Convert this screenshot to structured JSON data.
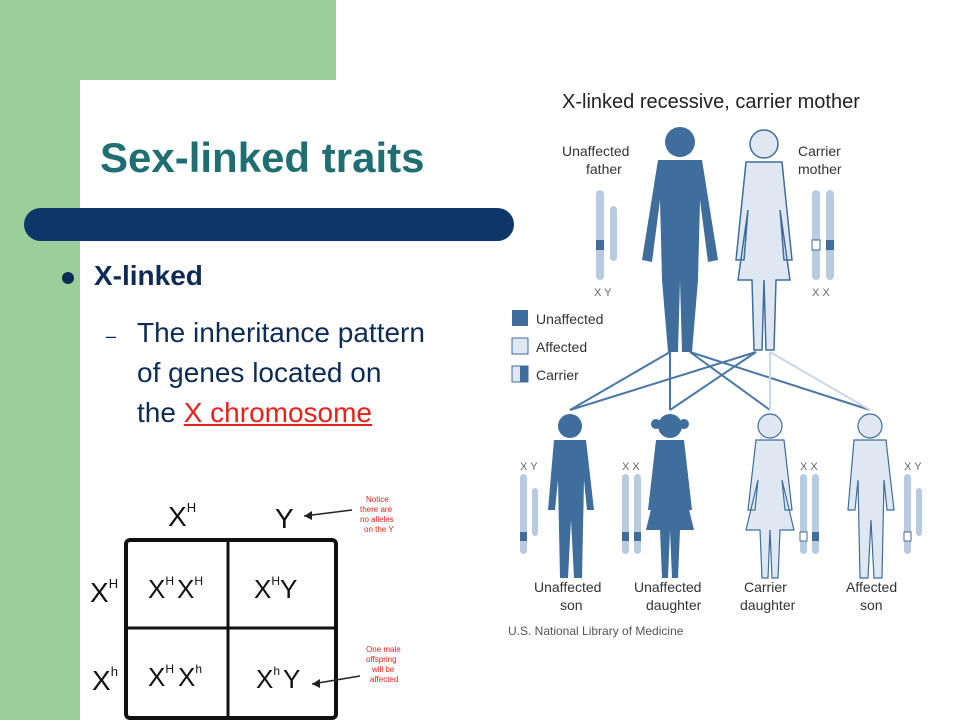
{
  "slide": {
    "title": "Sex-linked traits",
    "bullet": "X-linked",
    "sub_bullet_prefix": "The inheritance pattern of genes located on the",
    "sub_bullet_link": "X chromosome"
  },
  "punnett": {
    "top_labels": [
      "XH",
      "Y"
    ],
    "side_labels": [
      "XH",
      "Xh"
    ],
    "cells": [
      [
        "XHXH",
        "XHY"
      ],
      [
        "XHXh",
        "XhY"
      ]
    ],
    "note_top": [
      "Notice",
      "there are",
      "no alleles",
      "on the Y"
    ],
    "note_bottom": [
      "One male",
      "offspring",
      "will be",
      "affected"
    ]
  },
  "pedigree": {
    "title": "X-linked recessive, carrier mother",
    "father_label": [
      "Unaffected",
      "father"
    ],
    "mother_label": [
      "Carrier",
      "mother"
    ],
    "father_chromo": "X Y",
    "mother_chromo": "X X",
    "legend": [
      "Unaffected",
      "Affected",
      "Carrier"
    ],
    "children": [
      {
        "label": [
          "Unaffected",
          "son"
        ],
        "chromo": "X Y"
      },
      {
        "label": [
          "Unaffected",
          "daughter"
        ],
        "chromo": "X X"
      },
      {
        "label": [
          "Carrier",
          "daughter"
        ],
        "chromo": "X X"
      },
      {
        "label": [
          "Affected",
          "son"
        ],
        "chromo": "X Y"
      }
    ],
    "credit": "U.S. National Library of Medicine"
  },
  "colors": {
    "green": "#9cce9a",
    "navy": "#0d3768",
    "title_teal": "#1f6f72",
    "red": "#e5231b",
    "figure_dark": "#3f6d9c",
    "figure_light": "#dfe8f2"
  }
}
